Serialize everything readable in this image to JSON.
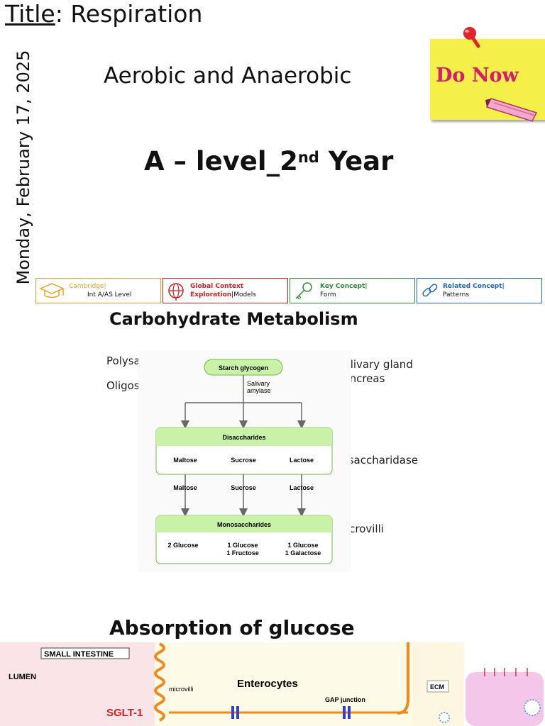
{
  "header": {
    "title_label": "Title",
    "title_value": ": Respiration",
    "date": "Monday, February 17, 2025",
    "subtitle": "Aerobic and Anaerobic",
    "level_main": "A – level_2",
    "level_sup": "nd",
    "level_tail": " Year",
    "do_now": "Do Now"
  },
  "concepts": [
    {
      "line1": "Cambridge|",
      "line2": "Int A/AS Level",
      "color": "#f0a020"
    },
    {
      "line1": "Global Context",
      "line2_a": "Exploration",
      "line2_b": "|Models",
      "color": "#d32020"
    },
    {
      "line1": "Key Concept|",
      "line2": "Form",
      "color": "#2e8b3a"
    },
    {
      "line1": "Related Concept|",
      "line2": "Patterns",
      "color": "#1e66c8"
    }
  ],
  "carb": {
    "title": "Carbohydrate Metabolism",
    "left_labels": [
      "Polysaccharides",
      "Oligosaccharides"
    ],
    "right_labels": {
      "salivary": "Salivary gland",
      "pancreas": "Pancreas",
      "disaccharidase": "Disaccharidase",
      "microvilli": "Microvilli"
    },
    "diagram": {
      "top_box": "Starch glycogen",
      "enzyme_1": "Salivary",
      "enzyme_2": "amylase",
      "disacch_header": "Disaccharides",
      "disacch_items": [
        "Maltose",
        "Sucrose",
        "Lactose"
      ],
      "arrow_labels": [
        "Maltose",
        "Sucrose",
        "Lactose"
      ],
      "mono_header": "Monosaccharides",
      "mono_1": "2 Glucose",
      "mono_2a": "1 Glucose",
      "mono_2b": "1 Fructose",
      "mono_3a": "1 Glucose",
      "mono_3b": "1 Galactose"
    }
  },
  "absorption": {
    "title": "Absorption of glucose",
    "small_intestine": "SMALL INTESTINE",
    "lumen": "LUMEN",
    "enterocytes": "Enterocytes",
    "microvilli": "microvilli",
    "sglt": "SGLT-1",
    "gap": "GAP junction",
    "ecm": "ECM"
  }
}
